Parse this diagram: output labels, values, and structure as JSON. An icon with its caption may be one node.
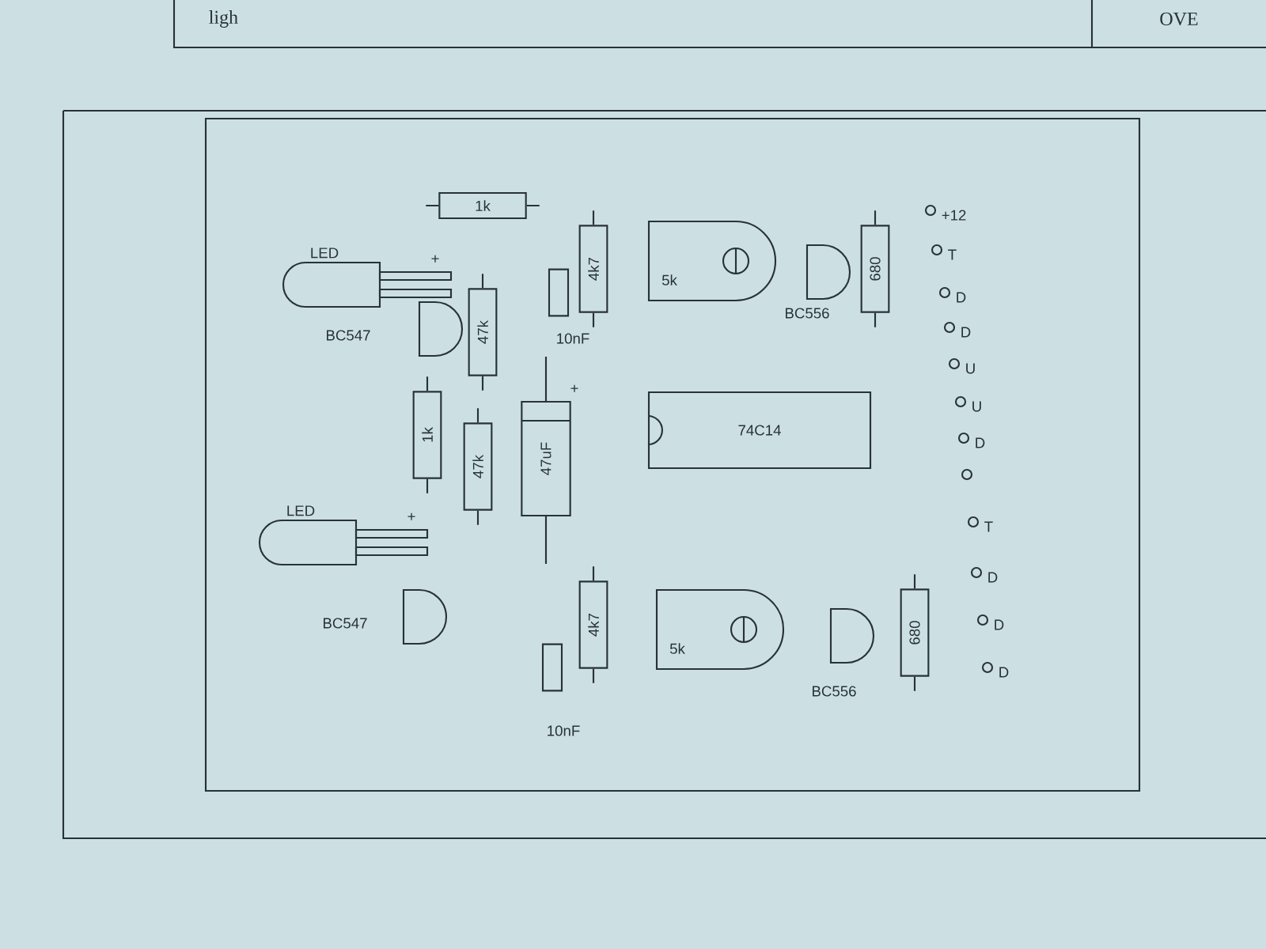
{
  "diagram": {
    "nodes": [
      {
        "text": [
          "1k"
        ]
      },
      {
        "text": [
          "4k7"
        ]
      },
      {
        "text": [],
        "shape": "box"
      },
      {
        "text": [
          "LED"
        ],
        "beside": [
          "+"
        ]
      },
      {
        "text": [],
        "shape": "semicircle"
      },
      {
        "text": [
          "47k"
        ]
      },
      {
        "text": [
          "1k"
        ]
      },
      {
        "text": [
          "47k"
        ]
      },
      {
        "text": [
          "47uF"
        ],
        "beside": [
          "+"
        ]
      },
      {
        "text": [
          "5k"
        ]
      },
      {
        "text": [],
        "shape": "semicircle",
        "beside": [
          "BC556"
        ]
      },
      {
        "text": [
          "680"
        ]
      },
      {
        "text": [
          "74C14"
        ]
      },
      {
        "text": [
          "LED"
        ],
        "beside": [
          "+"
        ]
      },
      {
        "text": [],
        "shape": "semicircle",
        "beside": [
          "BC547"
        ]
      },
      {
        "text": [
          "4k7"
        ]
      },
      {
        "text": [],
        "shape": "box",
        "beside": [
          "10nF"
        ]
      },
      {
        "text": [
          "5k"
        ]
      },
      {
        "text": [],
        "shape": "semicircle",
        "beside": [
          "BC556"
        ]
      },
      {
        "text": [
          "680"
        ]
      }
    ],
    "labels": [
      "ligh",
      "OVE",
      "+12",
      "T",
      "D",
      "D",
      "U",
      "U",
      "D",
      "T",
      "D",
      "D",
      "D",
      "10nF",
      "BC547"
    ]
  }
}
